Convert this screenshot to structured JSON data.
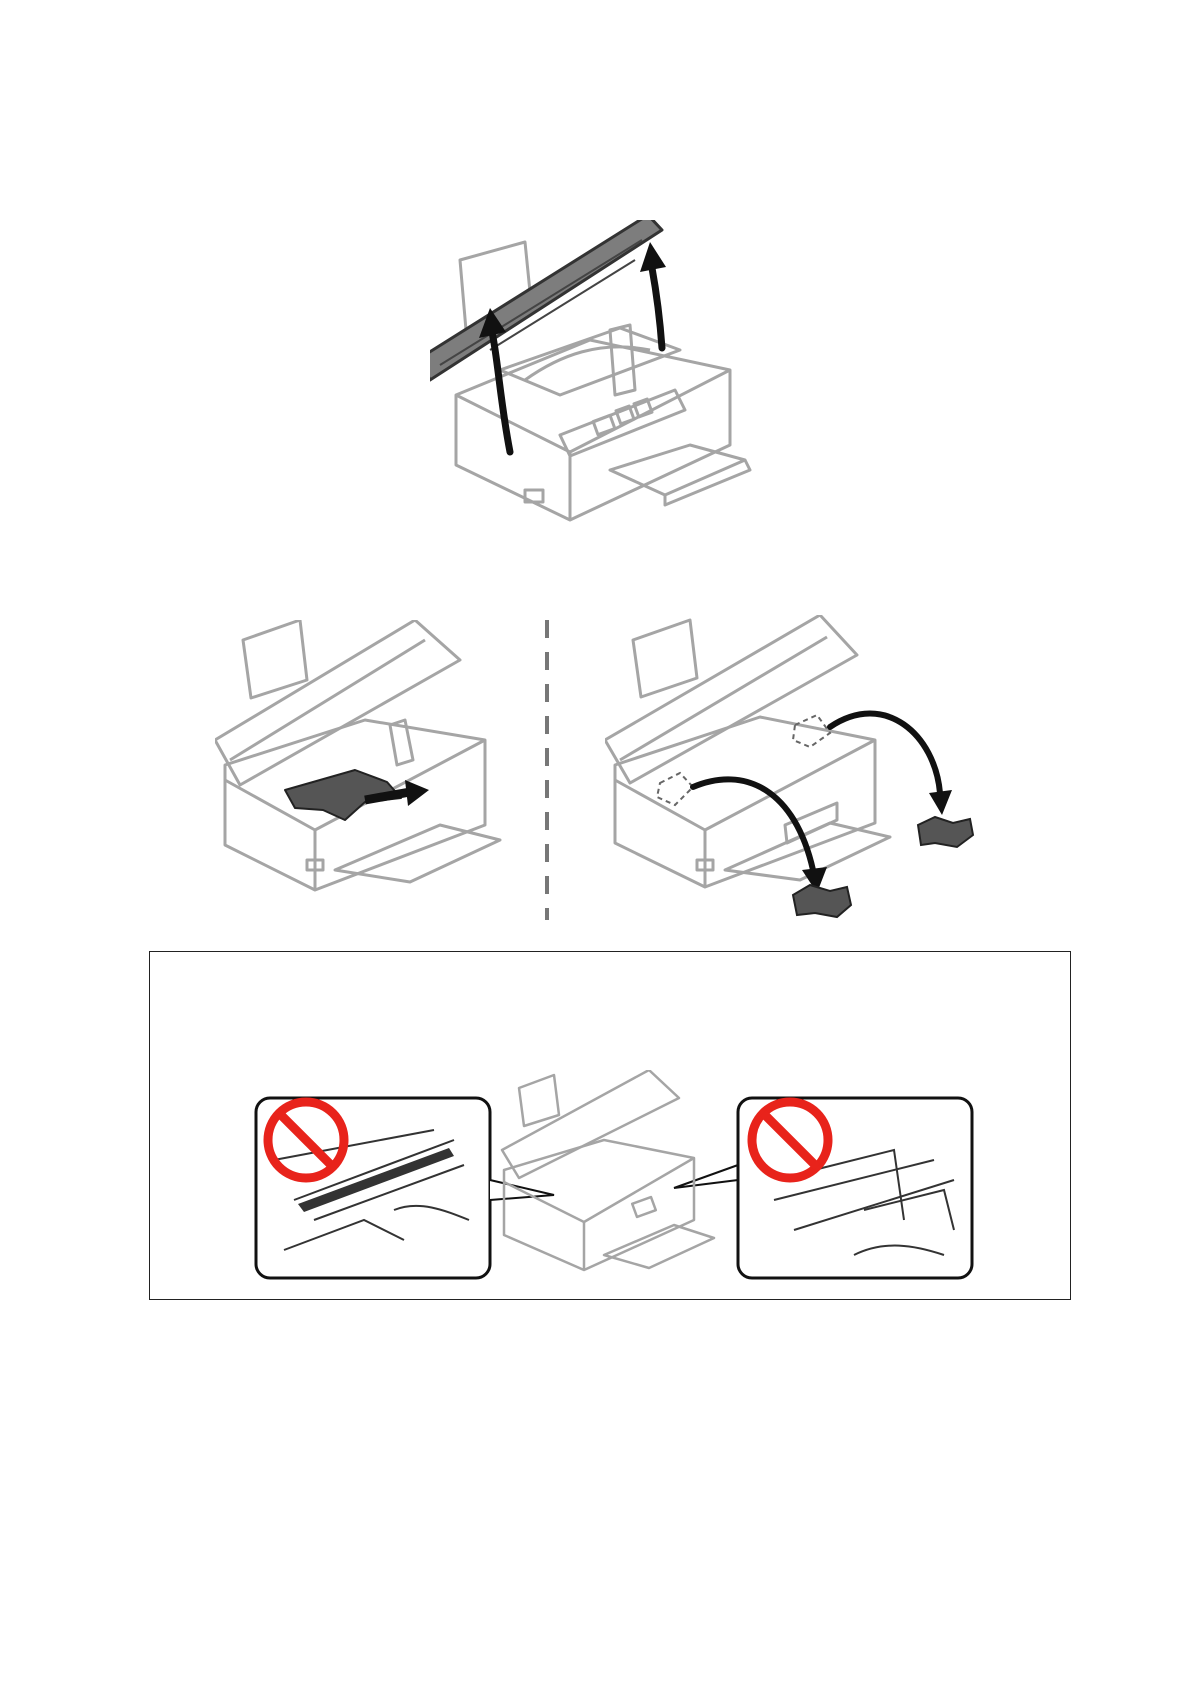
{
  "figures": {
    "open_scanner": {
      "icon": "printer-open-scanner-illustration"
    },
    "remove_paper": {
      "icon": "printer-remove-jammed-paper-illustration"
    },
    "remove_pieces": {
      "icon": "printer-remove-torn-pieces-illustration"
    },
    "do_not_touch": {
      "icon": "printer-do-not-touch-illustration"
    }
  },
  "colors": {
    "cover_fill": "#7d7d7d",
    "outline": "#9a9a9a",
    "arrow": "#111111",
    "prohibit": "#e8231b",
    "paper_fill": "#555555",
    "separator": "#777777"
  }
}
